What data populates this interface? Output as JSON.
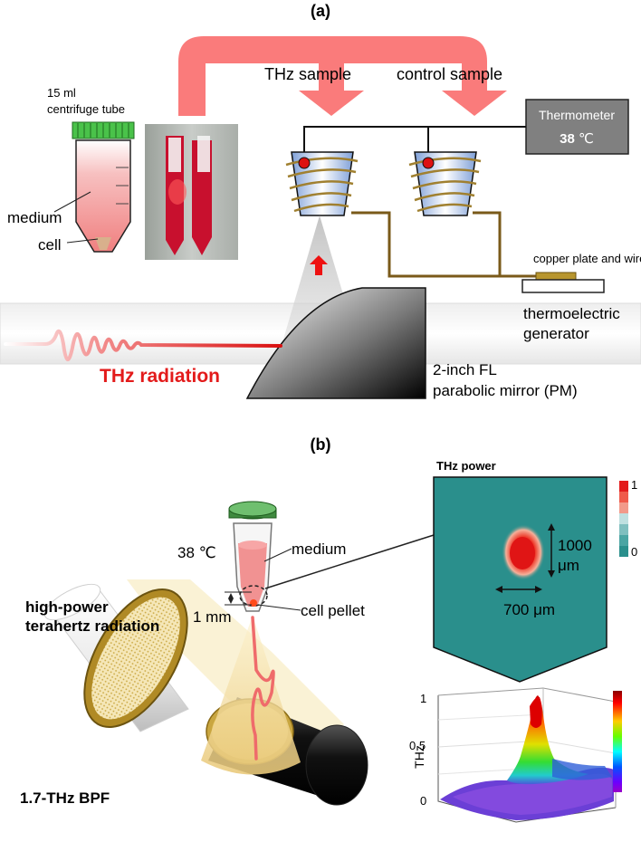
{
  "panel_a": {
    "label": "(a)",
    "tube_volume": "15 ml",
    "tube_name": "centrifuge tube",
    "medium": "medium",
    "cell": "cell",
    "thz_sample": "THz sample",
    "control_sample": "control sample",
    "thermometer_title": "Thermometer",
    "thermometer_value": "38",
    "thermometer_unit": "℃",
    "copper_label": "copper plate and wire",
    "teg_line1": "thermoelectric",
    "teg_line2": "generator",
    "radiation_label": "THz radiation",
    "mirror_line1": "2-inch FL",
    "mirror_line2": "parabolic mirror (PM)"
  },
  "panel_b": {
    "label": "(b)",
    "temperature": "38 ℃",
    "medium": "medium",
    "distance": "1 mm",
    "cell_pellet": "cell pellet",
    "source_line1": "high-power",
    "source_line2": "terahertz radiation",
    "filter": "1.7-THz BPF",
    "power_title": "THz power",
    "beam_height_value": "1000",
    "beam_height_unit": "μm",
    "beam_width": "700 μm",
    "colorbar_max": "1",
    "colorbar_min": "0",
    "plot_ylabel": "THz",
    "plot_ticks": [
      "1",
      "0.5",
      "0"
    ]
  },
  "colors": {
    "arrow_pink": "#fa7b7b",
    "radiation_red": "#e31b1b",
    "teal": "#2a8f8c",
    "wire": "#7a5a1a",
    "copper": "#b8962e"
  }
}
